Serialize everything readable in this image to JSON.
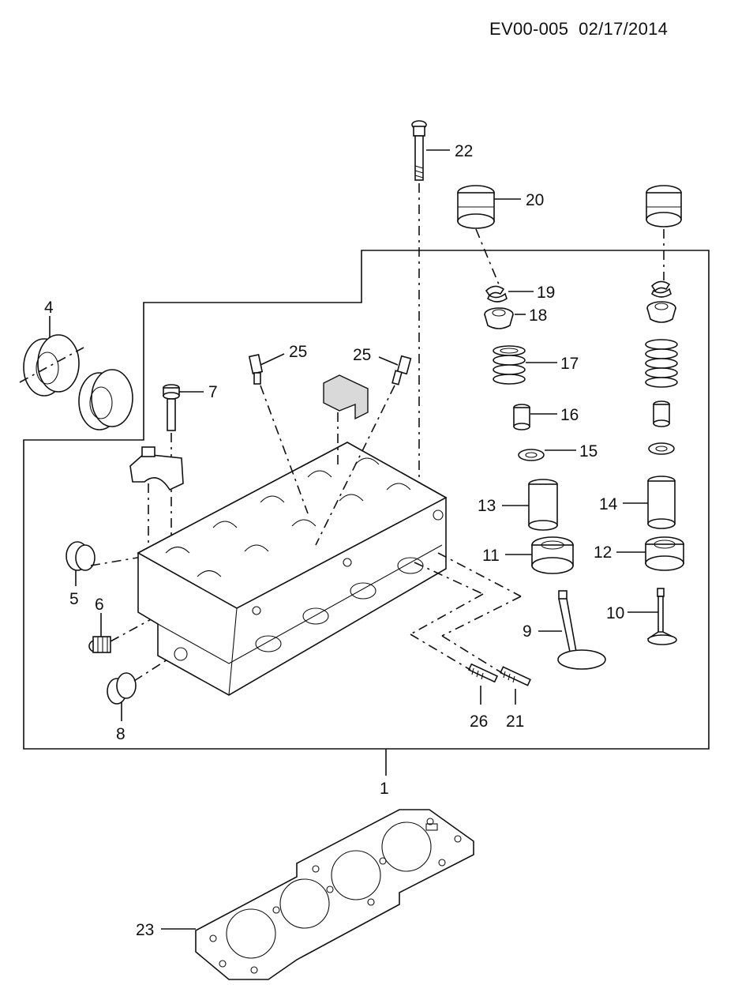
{
  "header": {
    "doc_code": "EV00-005  02/17/2014"
  },
  "callouts": [
    {
      "id": "c1",
      "text": "1"
    },
    {
      "id": "c4",
      "text": "4"
    },
    {
      "id": "c5",
      "text": "5"
    },
    {
      "id": "c6",
      "text": "6"
    },
    {
      "id": "c7",
      "text": "7"
    },
    {
      "id": "c8",
      "text": "8"
    },
    {
      "id": "c9",
      "text": "9"
    },
    {
      "id": "c10",
      "text": "10"
    },
    {
      "id": "c11",
      "text": "11"
    },
    {
      "id": "c12",
      "text": "12"
    },
    {
      "id": "c13",
      "text": "13"
    },
    {
      "id": "c14",
      "text": "14"
    },
    {
      "id": "c15",
      "text": "15"
    },
    {
      "id": "c16",
      "text": "16"
    },
    {
      "id": "c17",
      "text": "17"
    },
    {
      "id": "c18",
      "text": "18"
    },
    {
      "id": "c19",
      "text": "19"
    },
    {
      "id": "c20",
      "text": "20"
    },
    {
      "id": "c21",
      "text": "21"
    },
    {
      "id": "c22",
      "text": "22"
    },
    {
      "id": "c23",
      "text": "23"
    },
    {
      "id": "c25a",
      "text": "25"
    },
    {
      "id": "c25b",
      "text": "25"
    },
    {
      "id": "c26",
      "text": "26"
    }
  ]
}
